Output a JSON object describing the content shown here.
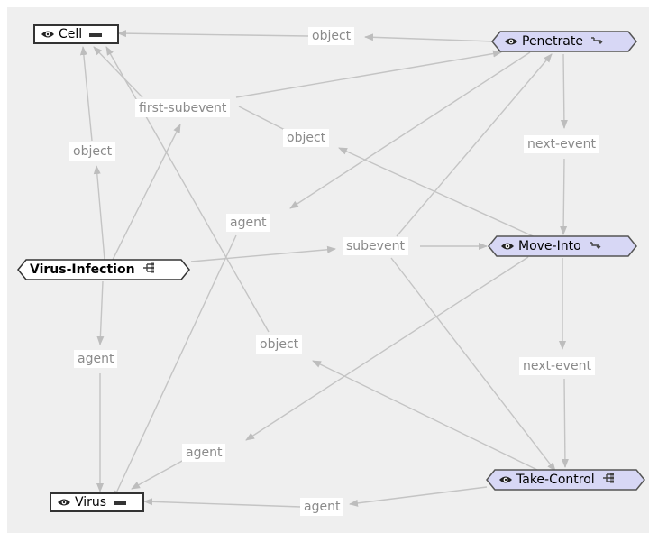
{
  "colors": {
    "edge": "#bdbdbd",
    "event_fill": "#d7d7f5",
    "event_stroke": "#555555",
    "entity_fill": "#ffffff",
    "root_fill": "#ffffff"
  },
  "nodes": {
    "cell": {
      "label": "Cell",
      "icon": "eye-icon",
      "control": "collapse-icon"
    },
    "penetrate": {
      "label": "Penetrate",
      "icon": "eye-icon",
      "control": "expand-icon"
    },
    "move_into": {
      "label": "Move-Into",
      "icon": "eye-icon",
      "control": "expand-icon"
    },
    "virus_infection": {
      "label": "Virus-Infection",
      "control": "hierarchy-icon"
    },
    "take_control": {
      "label": "Take-Control",
      "icon": "eye-icon",
      "control": "hierarchy-icon"
    },
    "virus": {
      "label": "Virus",
      "icon": "eye-icon",
      "control": "collapse-icon"
    }
  },
  "edge_labels": {
    "penetrate_cell": "object",
    "first_subevent": "first-subevent",
    "move_into_object": "object",
    "vi_cell_object": "object",
    "penetrate_agent": "agent",
    "subevent": "subevent",
    "penetrate_next": "next-event",
    "vi_agent": "agent",
    "take_control_object": "object",
    "move_into_next": "next-event",
    "move_into_agent": "agent",
    "take_control_agent": "agent"
  }
}
